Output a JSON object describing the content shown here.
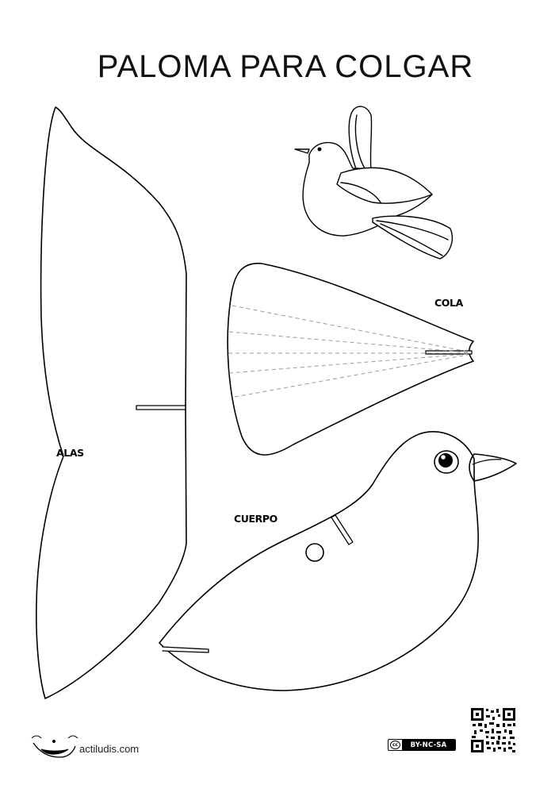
{
  "title": "PALOMA PARA COLGAR",
  "labels": {
    "alas": "ALAS",
    "cola": "COLA",
    "cuerpo": "CUERPO"
  },
  "footer": {
    "site": "actiludis.com",
    "license": "BY-NC-SA",
    "license_icon": "cc"
  },
  "colors": {
    "ink": "#000000",
    "paper": "#ffffff",
    "fold_line": "#9a9a9a"
  },
  "icons": {
    "logo": "actiludis-logo-icon",
    "qr": "qr-code-icon",
    "license": "creative-commons-icon"
  }
}
